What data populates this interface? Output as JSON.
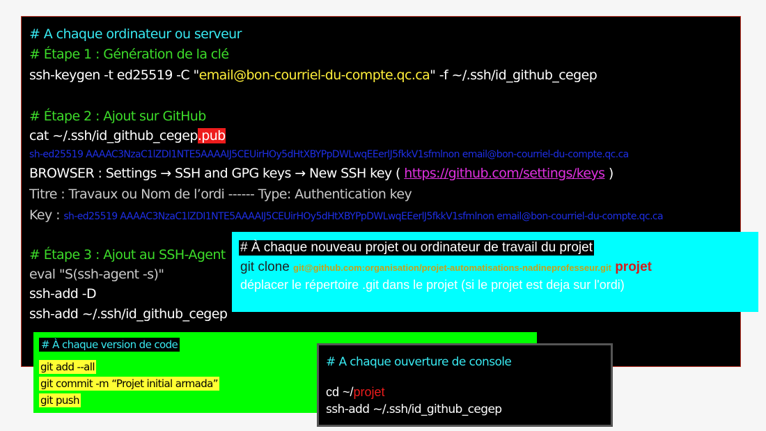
{
  "main": {
    "comment1": "# A chaque ordinateur ou serveur",
    "step1": "# Étape 1 : Génération de la clé",
    "keygen_pre": "ssh-keygen -t ed25519 -C \"",
    "keygen_email": "email@bon-courriel-du-compte.qc.ca",
    "keygen_post": "\" -f ~/.ssh/id_github_cegep",
    "step2": "# Étape 2 : Ajout sur GitHub",
    "cat_pre": "cat ~/.ssh/id_github_cegep",
    "cat_ext": ".pub",
    "pubkey": "sh-ed25519 AAAAC3NzaC1lZDI1NTE5AAAAIJ5CEUirHOy5dHtXBYPpDWLwqEEerlJ5fkkV1sfmlnon email@bon-courriel-du-compte.qc.ca",
    "browser_pre": "BROWSER : Settings → SSH and GPG keys → New SSH key  ( ",
    "browser_link": "https://github.com/settings/keys",
    "browser_post": " )",
    "titre": "Titre : Travaux ou Nom de l’ordi   ------   Type: Authentication key",
    "key_label": "Key : ",
    "key_value": "sh-ed25519 AAAAC3NzaC1lZDI1NTE5AAAAIJ5CEUirHOy5dHtXBYPpDWLwqEEerlJ5fkkV1sfmlnon email@bon-courriel-du-compte.qc.ca",
    "step3": "# Étape 3 : Ajout au SSH-Agent",
    "eval": "eval \"S(ssh-agent -s)\"",
    "sshadd_d": "ssh-add -D",
    "sshadd_key": "ssh-add ~/.ssh/id_github_cegep"
  },
  "project_box": {
    "header": "# À chaque nouveau projet ou ordinateur de travail du projet",
    "clone_pre": "git clone ",
    "clone_url": "git@github.com:organisation/projet-automatisations-nadineprofesseur.git",
    "clone_dir": "projet",
    "move": "déplacer le répertoire .git dans le projet (si le projet est deja sur l'ordi)"
  },
  "version_box": {
    "header": "# À chaque version de code",
    "add": "git add --all",
    "commit": "git commit -m “Projet initial armada”",
    "push": "git push"
  },
  "console_box": {
    "header": "# A chaque ouverture de console",
    "cd_pre": "cd ~/",
    "cd_dir": "projet",
    "sshadd": "ssh-add ~/.ssh/id_github_cegep"
  }
}
